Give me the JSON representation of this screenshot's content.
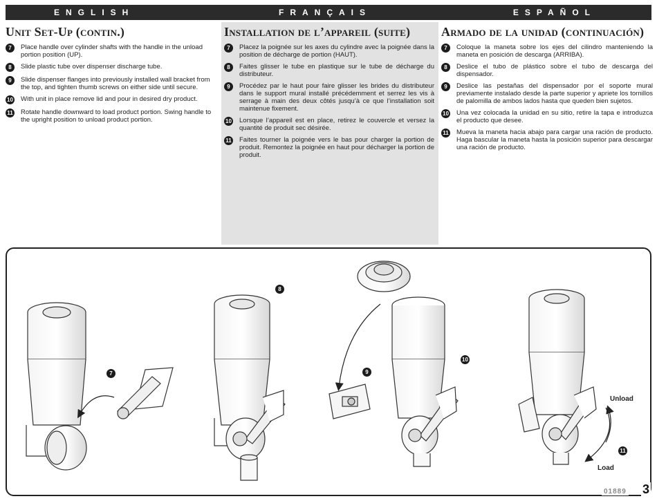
{
  "languages": {
    "en": "ENGLISH",
    "fr": "FRANÇAIS",
    "es": "ESPAÑOL"
  },
  "english": {
    "title": "Unit Set-Up (contin.)",
    "steps": [
      {
        "num": "7",
        "text": "Place handle over cylinder shafts with the handle in the unload portion position (UP)."
      },
      {
        "num": "8",
        "text": "Slide plastic tube over dispenser discharge tube."
      },
      {
        "num": "9",
        "text": "Slide dispenser flanges into previously installed wall bracket from the top, and tighten thumb screws on either side until secure."
      },
      {
        "num": "10",
        "text": "With unit in place remove lid and pour in desired dry product."
      },
      {
        "num": "11",
        "text": "Rotate handle downward to load product portion. Swing handle to the upright position to unload product portion."
      }
    ]
  },
  "french": {
    "title": "Installation de l’appareil (suite)",
    "steps": [
      {
        "num": "7",
        "text": "Placez la poignée sur les axes du cylindre avec la poignée dans la position de décharge de portion (HAUT)."
      },
      {
        "num": "8",
        "text": "Faites glisser le tube en plastique sur le tube de décharge du distributeur."
      },
      {
        "num": "9",
        "text": "Procédez par le haut pour faire glisser les brides du distributeur dans le support mural installé précédemment et serrez les vis à serrage à main des deux côtés jusqu’à ce que l’installation soit maintenue fixement."
      },
      {
        "num": "10",
        "text": "Lorsque l’appareil est en place, retirez le couvercle et versez la quantité de produit sec désirée."
      },
      {
        "num": "11",
        "text": "Faites tourner la poignée vers le bas pour charger la portion de produit. Remontez la poignée en haut pour décharger la portion de produit."
      }
    ]
  },
  "spanish": {
    "title": "Armado de la unidad (continuación)",
    "steps": [
      {
        "num": "7",
        "text": "Coloque la maneta sobre los ejes del cilindro manteniendo la maneta en posición de descarga (ARRIBA)."
      },
      {
        "num": "8",
        "text": "Deslice el tubo de plástico sobre el tubo de descarga del dispensador."
      },
      {
        "num": "9",
        "text": "Deslice las pestañas del dispensador por el soporte mural previamente instalado desde la parte superior y apriete los tornillos de palomilla de ambos lados hasta que queden bien sujetos."
      },
      {
        "num": "10",
        "text": "Una vez colocada la unidad en su sitio, retire la tapa e introduzca el producto que desee."
      },
      {
        "num": "11",
        "text": "Mueva la maneta hacia abajo para cargar una ración de producto. Haga bascular la maneta hasta la posición superior para descargar una ración de producto."
      }
    ]
  },
  "illustration": {
    "badges": [
      "7",
      "8",
      "9",
      "10",
      "11"
    ],
    "unload_label": "Unload",
    "load_label": "Load"
  },
  "footer": {
    "doc_code": "01889",
    "page_number": "3"
  }
}
